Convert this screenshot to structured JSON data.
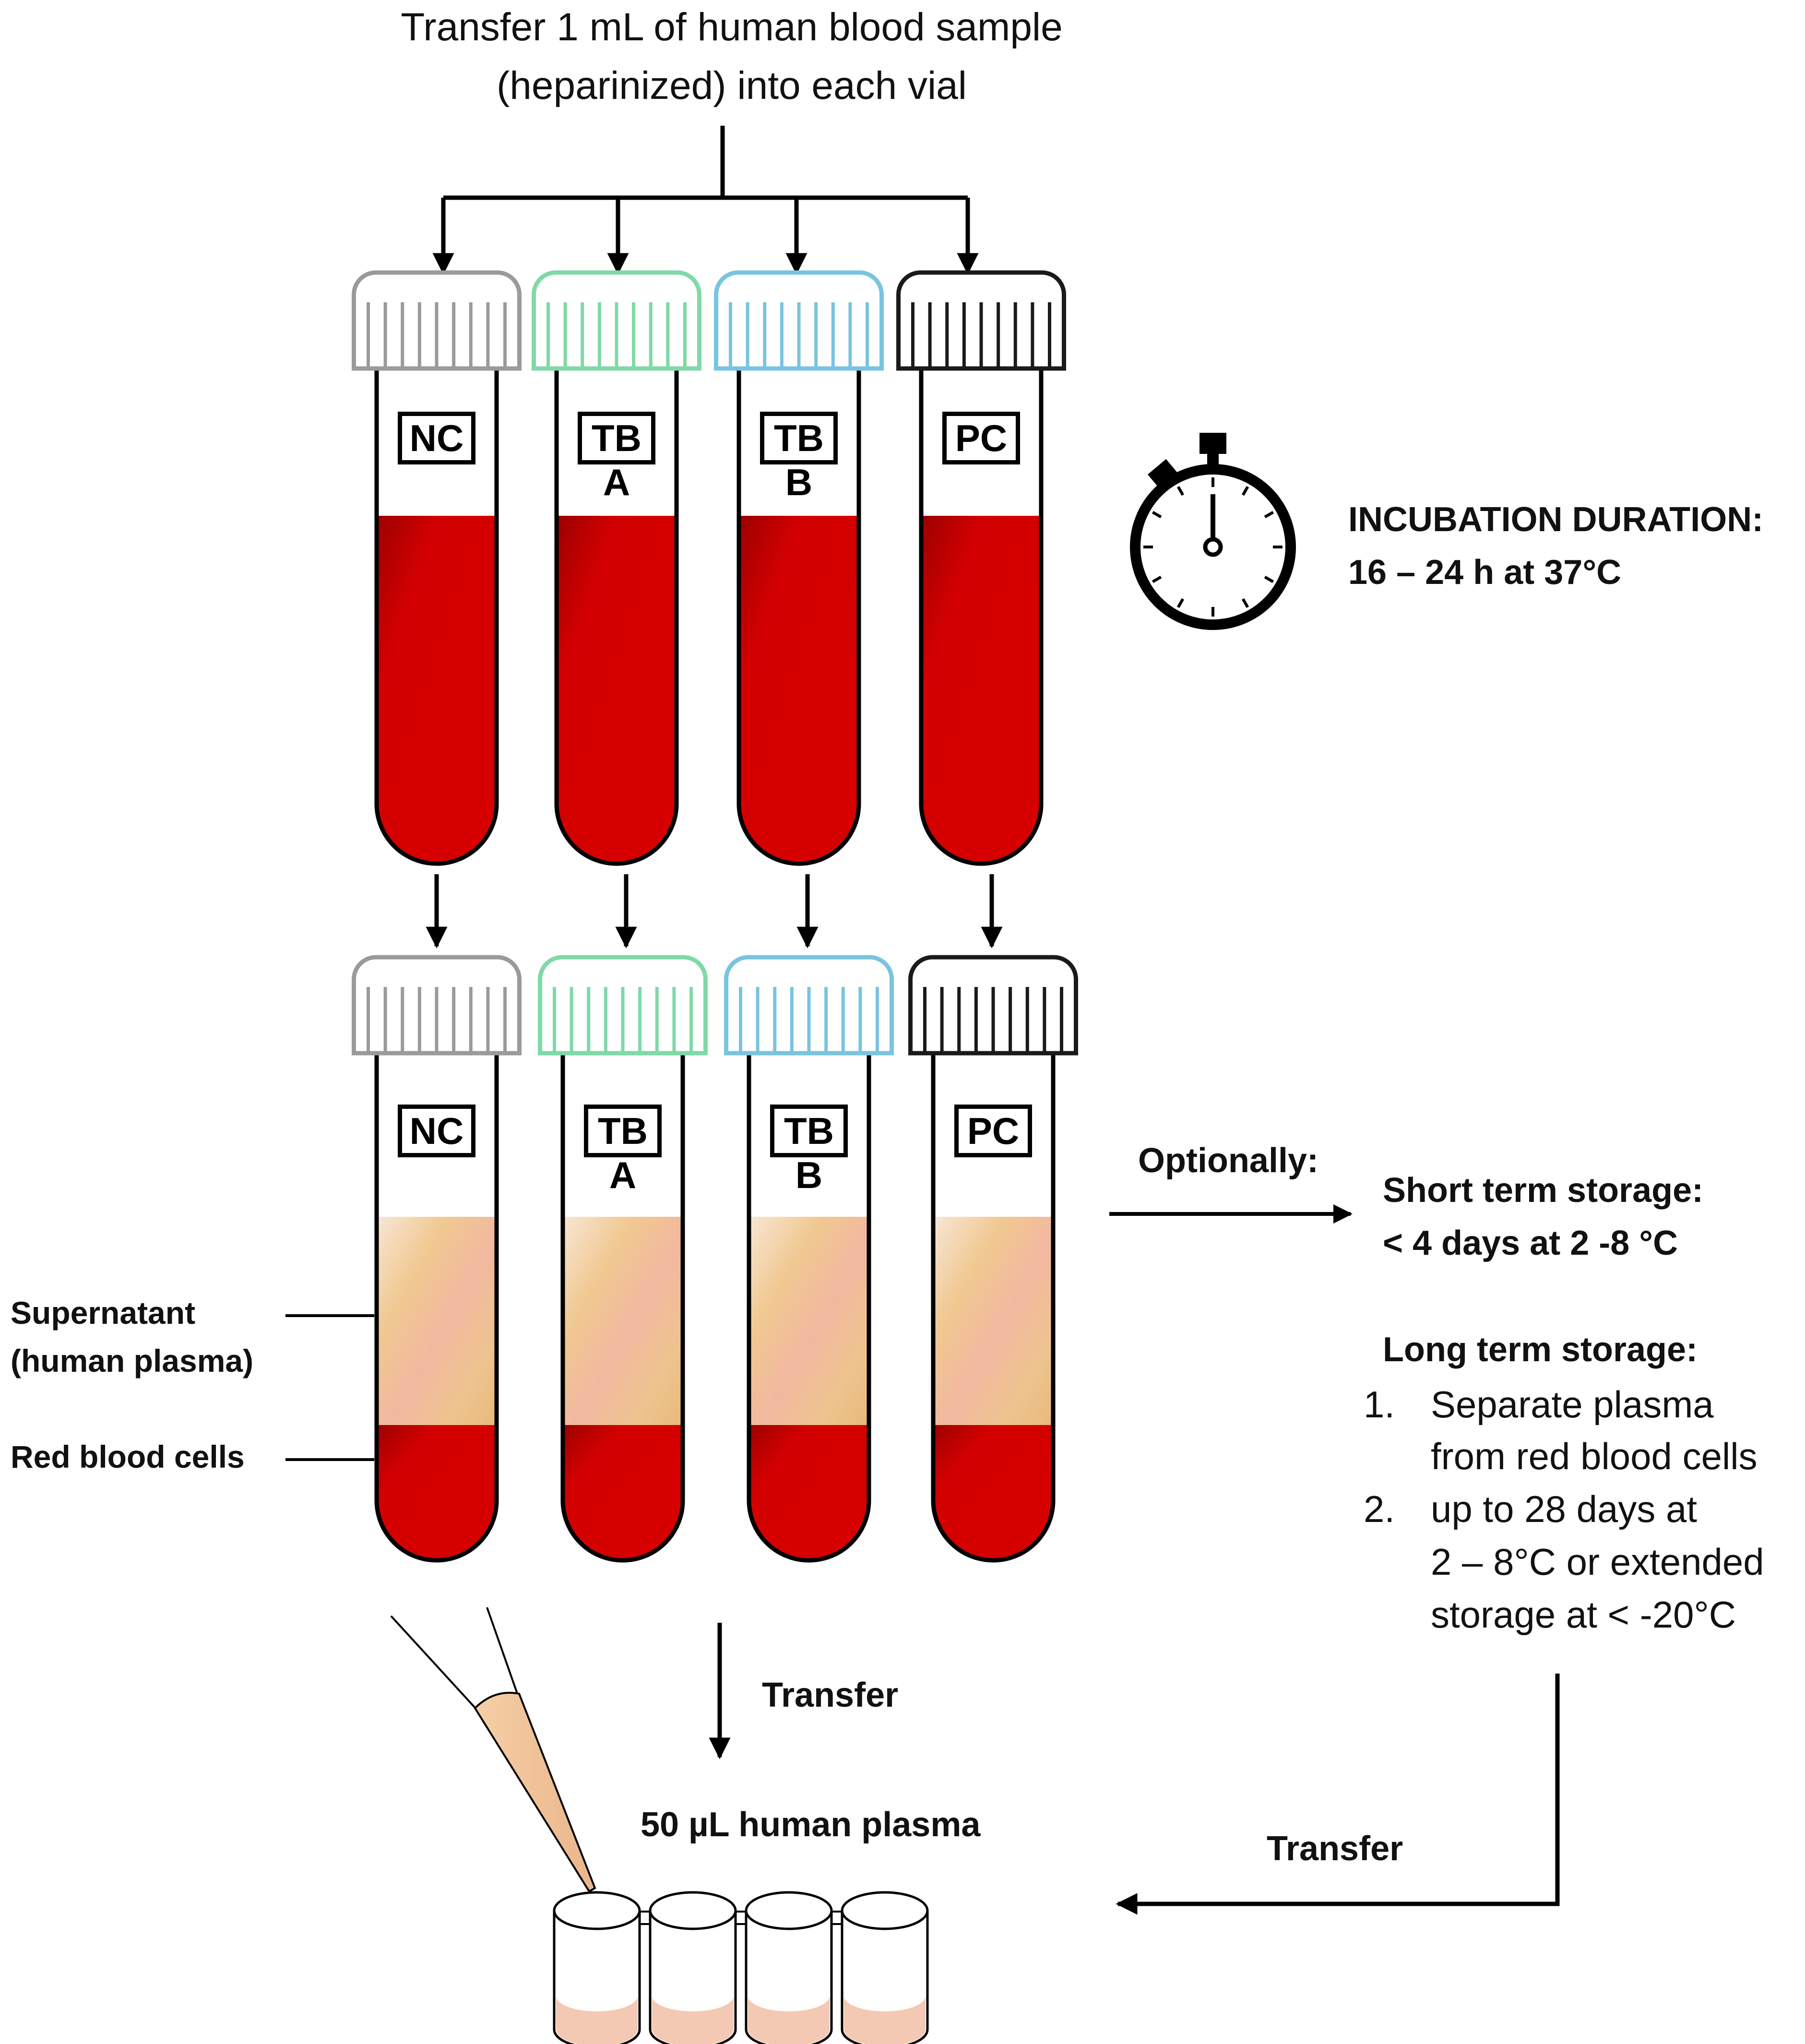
{
  "header": {
    "line1": "Transfer 1 mL of human blood sample",
    "line2": "(heparinized) into each vial"
  },
  "tubes": [
    {
      "label": "NC",
      "cap_color": "#9a9a9a"
    },
    {
      "label": "TB A",
      "cap_color": "#7fd9a8"
    },
    {
      "label": "TB B",
      "cap_color": "#79c4df"
    },
    {
      "label": "PC",
      "cap_color": "#1a1a1a"
    }
  ],
  "colors": {
    "blood": "#d40000",
    "blood_dark": "#a50000",
    "plasma": "#f0c88e",
    "plasma_light": "#f7e0ca",
    "well_fill": "#f3c9b3"
  },
  "incubation": {
    "icon": "stopwatch-icon",
    "title": "INCUBATION DURATION:",
    "detail": "16 – 24 h at 37°C"
  },
  "optional": {
    "label": "Optionally:",
    "short_term_title": "Short term storage:",
    "short_term_detail": "< 4 days at 2 -8 °C",
    "long_term_title": "Long term storage:",
    "steps": [
      {
        "num": "1.",
        "line1": "Separate plasma",
        "line2": "from red blood cells",
        "line3": ""
      },
      {
        "num": "2.",
        "line1": "up to 28 days at",
        "line2": "2 – 8°C or extended",
        "line3": "storage at  < -20°C"
      }
    ]
  },
  "layers": {
    "supernatant_line1": "Supernatant",
    "supernatant_line2": "(human plasma)",
    "rbc": "Red blood cells"
  },
  "transfer_center": "Transfer",
  "transfer_right": "Transfer",
  "plasma_volume": "50 µL human plasma",
  "icons": {
    "pipette": "pipette-icon",
    "wells": "microplate-strip-icon"
  }
}
